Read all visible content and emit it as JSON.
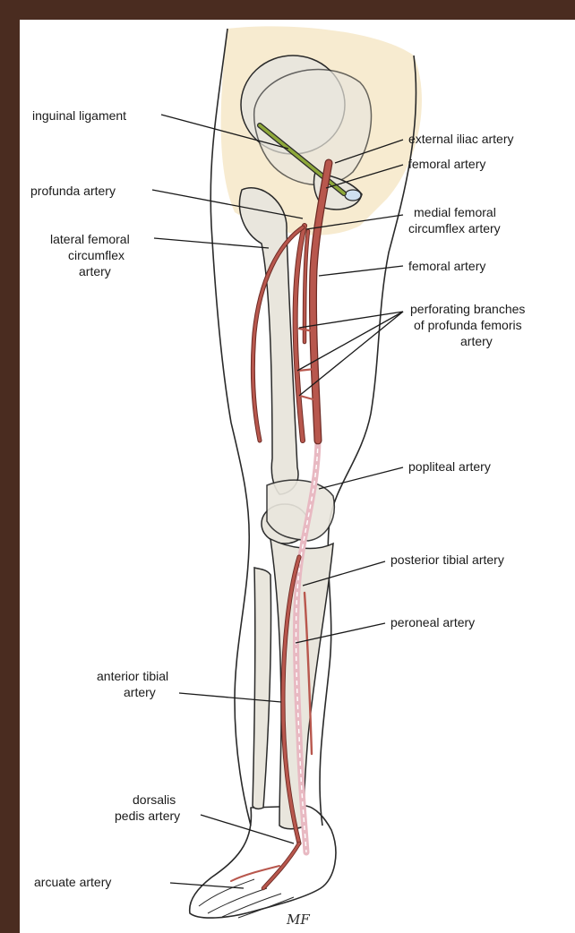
{
  "labels": {
    "inguinal_ligament": "inguinal ligament",
    "external_iliac_artery": "external iliac artery",
    "femoral_artery_upper": "femoral artery",
    "profunda_artery": "profunda artery",
    "medial_femoral_circumflex_1": "medial femoral",
    "medial_femoral_circumflex_2": "circumflex artery",
    "lateral_femoral_circumflex_1": "lateral femoral",
    "lateral_femoral_circumflex_2": "circumflex",
    "lateral_femoral_circumflex_3": "artery",
    "femoral_artery_lower": "femoral artery",
    "perforating_1": "perforating branches",
    "perforating_2": "of profunda femoris",
    "perforating_3": "artery",
    "popliteal_artery": "popliteal artery",
    "posterior_tibial_artery": "posterior tibial artery",
    "peroneal_artery": "peroneal artery",
    "anterior_tibial_1": "anterior tibial",
    "anterior_tibial_2": "artery",
    "dorsalis_pedis_1": "dorsalis",
    "dorsalis_pedis_2": "pedis artery",
    "arcuate_artery": "arcuate artery"
  },
  "signature": "MF",
  "colors": {
    "frame": "#4a2c20",
    "artery": "#b8574d",
    "posterior_artery": "#e8b9c2",
    "ligament": "#8ea83a",
    "hip_region": "#f6e8c8",
    "bone": "#e9e6dd"
  }
}
